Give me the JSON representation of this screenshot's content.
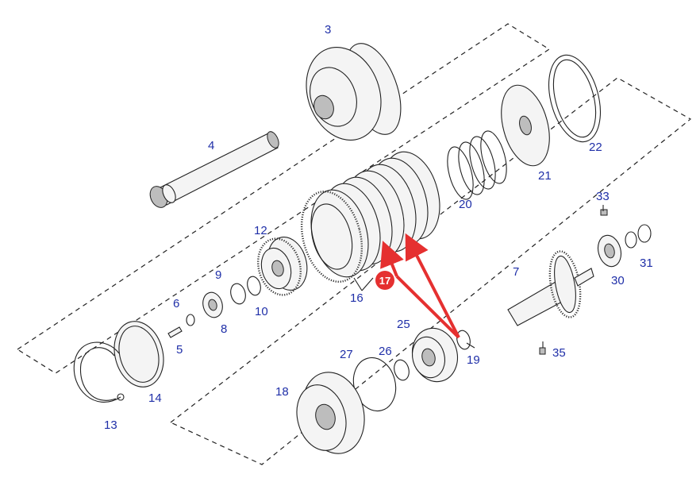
{
  "diagram": {
    "part_labels": {
      "p3": "3",
      "p4": "4",
      "p5": "5",
      "p6": "6",
      "p7": "7",
      "p8": "8",
      "p9": "9",
      "p10": "10",
      "p12": "12",
      "p13": "13",
      "p14": "14",
      "p16": "16",
      "p18": "18",
      "p19": "19",
      "p20": "20",
      "p21": "21",
      "p22": "22",
      "p25": "25",
      "p26": "26",
      "p27": "27",
      "p30": "30",
      "p31": "31",
      "p33": "33",
      "p35": "35"
    },
    "highlight_badge": "17",
    "colors": {
      "label": "#1f2fa8",
      "arrow": "#e53030",
      "line": "#222222"
    }
  }
}
